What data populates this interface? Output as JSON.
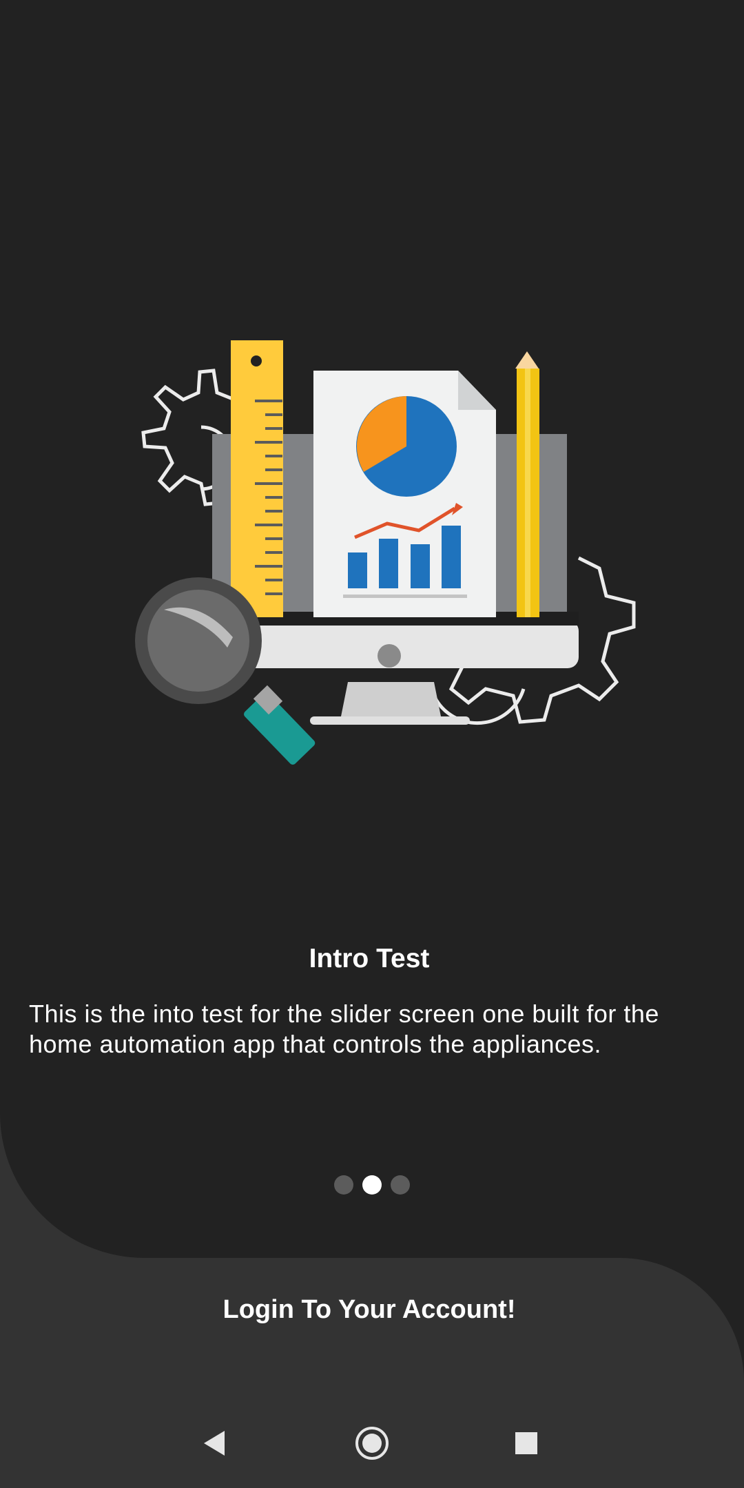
{
  "slide": {
    "title": "Intro Test",
    "description": "This is the into test for the slider screen one built for the home automation app that controls the appliances."
  },
  "pager": {
    "total": 3,
    "active_index": 1
  },
  "login_label": "Login To Your Account!",
  "illustration": {
    "icons": [
      "gear-icon",
      "ruler-icon",
      "monitor-icon",
      "document-icon",
      "pie-chart-icon",
      "bar-chart-icon",
      "pencil-icon",
      "magnifier-icon"
    ]
  },
  "nav": {
    "icons": [
      "back-icon",
      "home-icon",
      "recents-icon"
    ]
  },
  "colors": {
    "background": "#222222",
    "panel": "#333333",
    "text": "#ffffff",
    "dot_inactive": "#5c5c5c",
    "dot_active": "#ffffff"
  }
}
